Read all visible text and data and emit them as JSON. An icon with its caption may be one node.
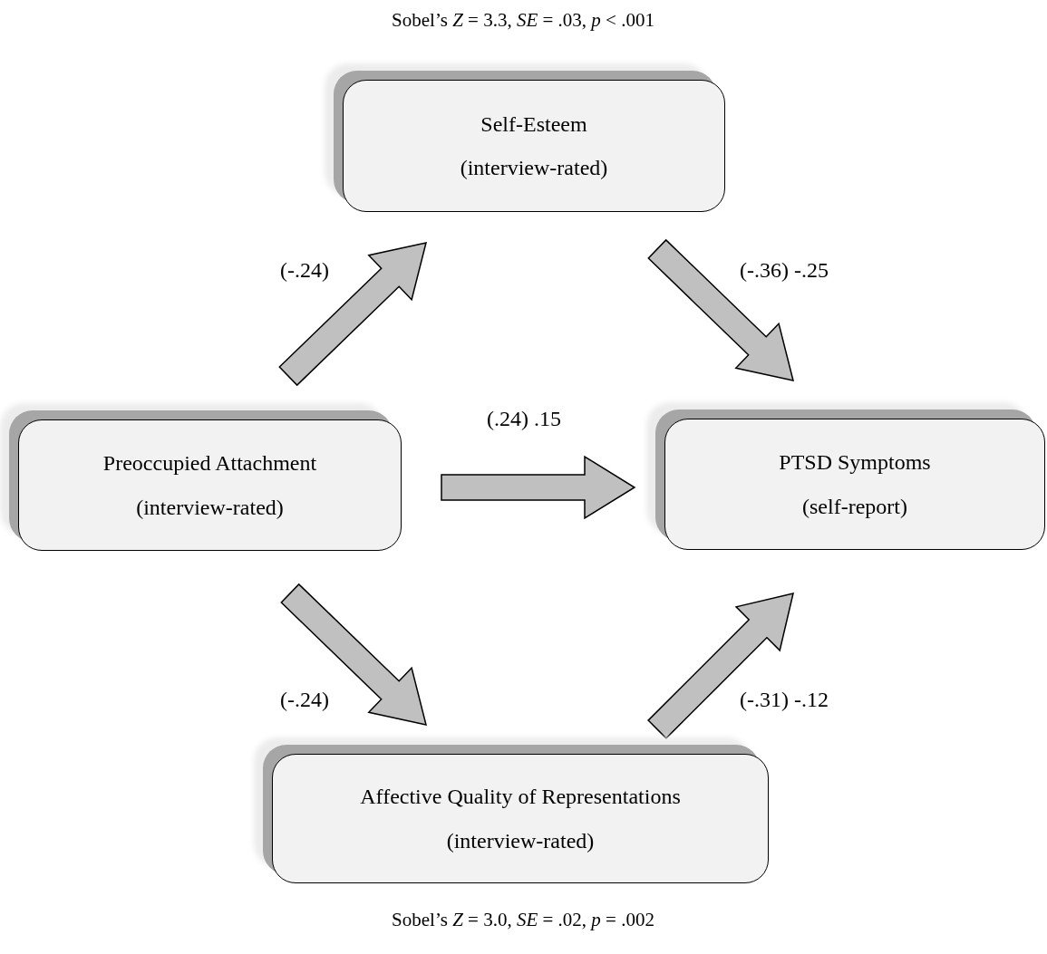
{
  "diagram": {
    "nodes": [
      {
        "text": [
          "Self-Esteem",
          "(interview-rated)"
        ]
      },
      {
        "text": [
          "Preoccupied Attachment",
          "(interview-rated)"
        ]
      },
      {
        "text": [
          "PTSD Symptoms",
          "(self-report)"
        ]
      },
      {
        "text": [
          "Affective Quality of Representations",
          "(interview-rated)"
        ]
      }
    ],
    "edges": [
      {
        "from": 1,
        "to": 0,
        "arrow": "to",
        "label": "(-.24)"
      },
      {
        "from": 0,
        "to": 2,
        "arrow": "to",
        "label": "(-.36) -.25"
      },
      {
        "from": 1,
        "to": 2,
        "arrow": "to",
        "label": "(.24) .15"
      },
      {
        "from": 1,
        "to": 3,
        "arrow": "to",
        "label": "(-.24)"
      },
      {
        "from": 3,
        "to": 2,
        "arrow": "to",
        "label": "(-.31) -.12"
      }
    ],
    "labels": [
      "Sobel’s *Z* = 3.3, *SE* = .03, *p* < .001",
      "Sobel’s *Z* = 3.0, *SE* = .02, *p* = .002"
    ]
  }
}
